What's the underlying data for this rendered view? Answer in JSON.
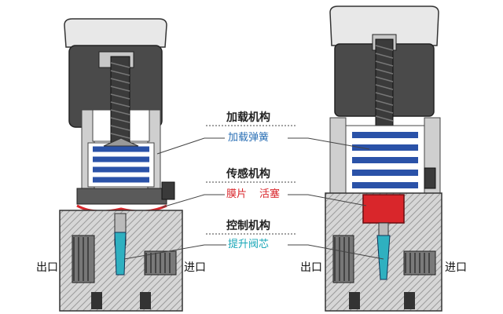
{
  "labels": {
    "loading_mechanism": "加载机构",
    "loading_spring": "加载弹簧",
    "sensing_mechanism": "传感机构",
    "diaphragm": "膜片",
    "piston": "活塞",
    "control_mechanism": "控制机构",
    "poppet": "提升阀芯",
    "outlet": "出口",
    "inlet": "进口"
  },
  "colors": {
    "spring": "#2a52a8",
    "sensing": "#d9262b",
    "poppet": "#2fb0c0",
    "body": "#c9c9c9",
    "dark": "#3a3a3a"
  }
}
